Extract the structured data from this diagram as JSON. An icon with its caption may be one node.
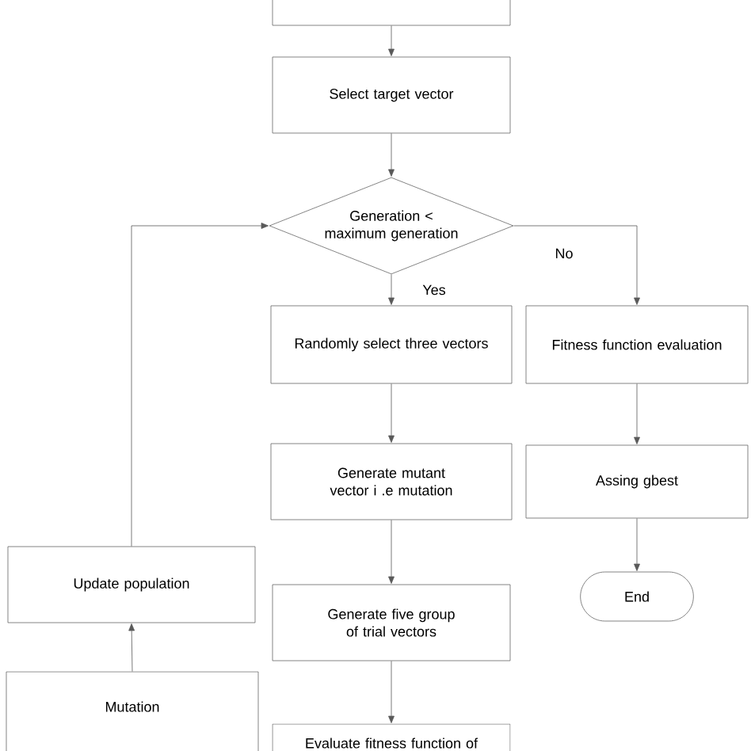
{
  "diagram": {
    "nodes": [
      {
        "text": [],
        "shape": "box"
      },
      {
        "text": [
          "Select target vector"
        ]
      },
      {
        "text": [
          "Generation < maximum generation"
        ]
      },
      {
        "text": [
          "Randomly select three vectors"
        ]
      },
      {
        "text": [
          "Fitness function evaluation"
        ]
      },
      {
        "text": [
          "Generate mutant vector i .e mutation"
        ]
      },
      {
        "text": [
          "Assing gbest"
        ]
      },
      {
        "text": [
          "Update population"
        ]
      },
      {
        "text": [
          "Generate five group of trial vectors"
        ]
      },
      {
        "text": [
          "End"
        ]
      },
      {
        "text": [
          "Mutation"
        ]
      },
      {
        "text": [
          "Evaluate fitness function of"
        ]
      }
    ],
    "edges": [
      {
        "from": 0,
        "to": 1,
        "arrow": "to"
      },
      {
        "from": 1,
        "to": 2,
        "arrow": "to"
      },
      {
        "from": 2,
        "to": 3,
        "arrow": "to",
        "label": "Yes"
      },
      {
        "from": 2,
        "to": 4,
        "arrow": "to",
        "label": "No"
      },
      {
        "from": 3,
        "to": 5,
        "arrow": "to"
      },
      {
        "from": 5,
        "to": 8,
        "arrow": "to"
      },
      {
        "from": 8,
        "to": 11,
        "arrow": "to"
      },
      {
        "from": 4,
        "to": 6,
        "arrow": "to"
      },
      {
        "from": 6,
        "to": 9,
        "arrow": "to"
      },
      {
        "from": 10,
        "to": 7,
        "arrow": "to"
      },
      {
        "from": 7,
        "to": 2,
        "arrow": "to"
      }
    ]
  }
}
